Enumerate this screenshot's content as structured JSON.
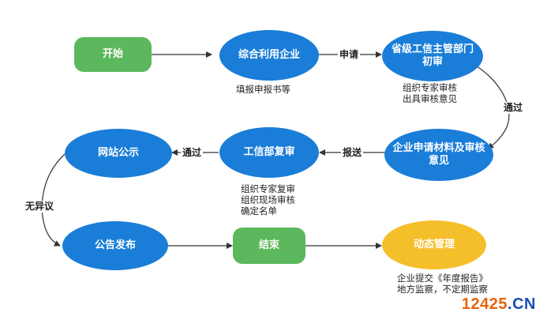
{
  "nodes": {
    "start": "开始",
    "enterprise": "综合利用企业",
    "province_review": "省级工信主管部门\n初审",
    "materials_review": "企业申请材料及审核\n意见",
    "ministry_review": "工信部复审",
    "website_publicity": "网站公示",
    "announcement": "公告发布",
    "end": "结束",
    "dynamic_management": "动态管理"
  },
  "edges": {
    "apply": "申请",
    "pass_right": "通过",
    "submit": "报送",
    "pass_left": "通过",
    "no_objection": "无异议"
  },
  "notes": {
    "fill_form": [
      "填报申报书等"
    ],
    "province_note": [
      "组织专家审核",
      "出具审核意见"
    ],
    "ministry_note": [
      "组织专家复审",
      "组织现场审核",
      "确定名单"
    ],
    "dynamic_note": [
      "企业提交《年度报告》",
      "地方监察，不定期监察"
    ]
  },
  "watermark": {
    "num": "12425",
    "dot": ".",
    "cn": "CN"
  },
  "colors": {
    "green": "#5cb85c",
    "blue": "#1a7dd8",
    "yellow": "#f5bf2b"
  }
}
